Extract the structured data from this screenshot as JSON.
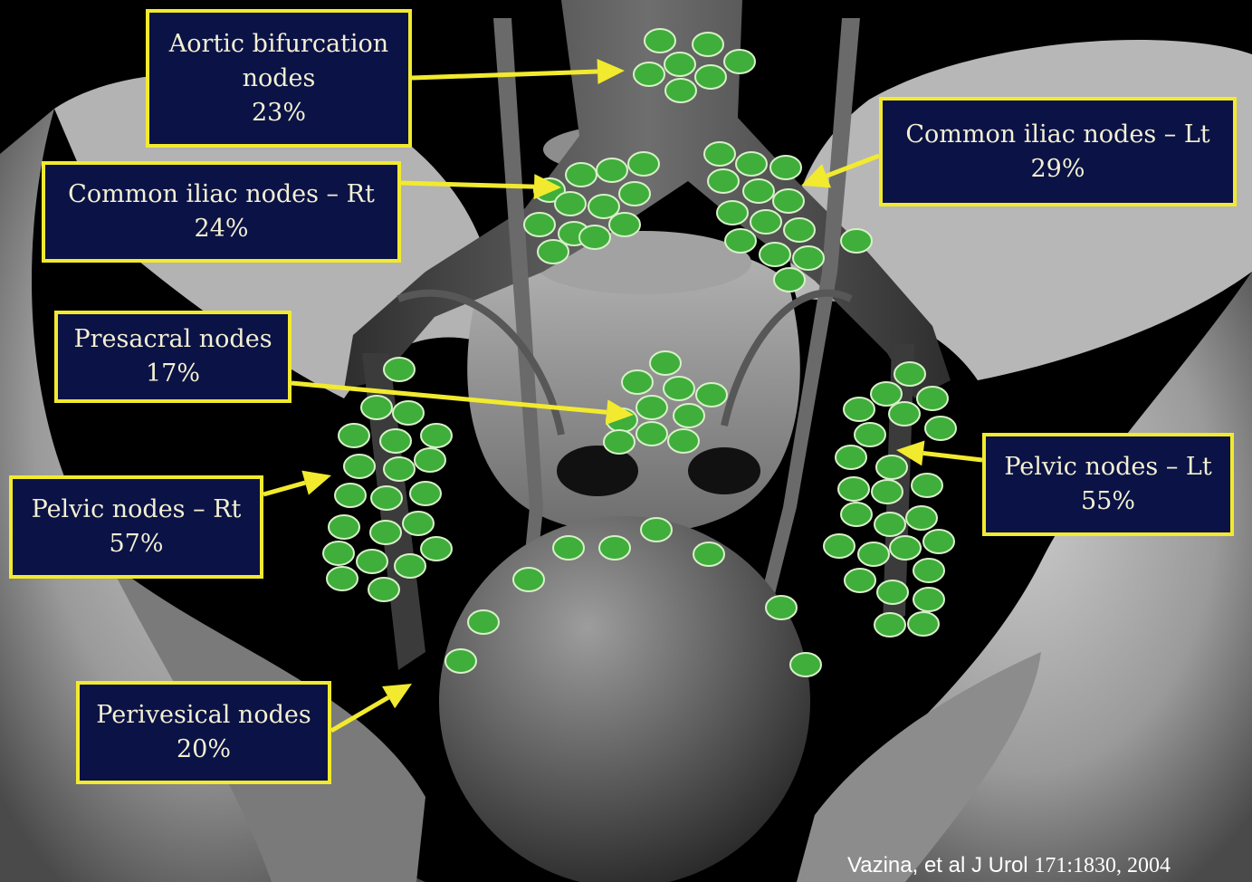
{
  "colors": {
    "background": "#000000",
    "label_fill": "#0b1246",
    "label_border": "#f2ea2e",
    "label_text": "#f3f0d2",
    "arrow": "#f2ea2e",
    "node_fill": "#3fae3b",
    "node_stroke": "#d8f0c8",
    "anatomy": "#8a8a8a"
  },
  "labels": {
    "aortic": {
      "line1": "Aortic bifurcation",
      "line2": "nodes",
      "pct": "23%"
    },
    "common_iliac_rt": {
      "line1": "Common iliac nodes – Rt",
      "pct": "24%"
    },
    "common_iliac_lt": {
      "line1": "Common iliac nodes – Lt",
      "pct": "29%"
    },
    "presacral": {
      "line1": "Presacral nodes",
      "pct": "17%"
    },
    "pelvic_rt": {
      "line1": "Pelvic nodes – Rt",
      "pct": "57%"
    },
    "pelvic_lt": {
      "line1": "Pelvic nodes – Lt",
      "pct": "55%"
    },
    "perivesical": {
      "line1": "Perivesical nodes",
      "pct": "20%"
    }
  },
  "citation": {
    "authors": "Vazina, et al J Urol",
    "ref": "171:1830, 2004"
  }
}
